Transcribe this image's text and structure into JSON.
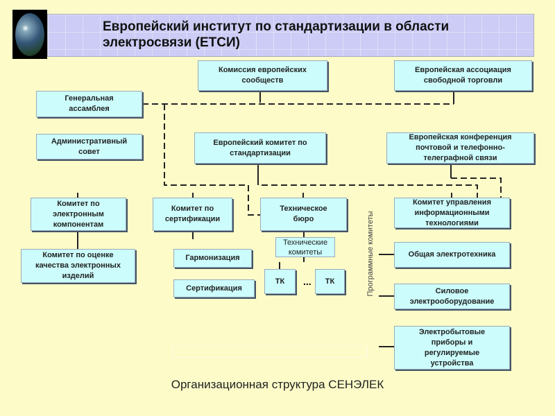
{
  "title": "Европейский институт по стандартизации в области электросвязи (ЕТСИ)",
  "boxes": {
    "commission": "Комиссия европейских\nсообществ",
    "efta": "Европейская ассоциация\nсвободной торговли",
    "general_assembly": "Генеральная\nассамблея",
    "admin_council": "Административный\nсовет",
    "cen": "Европейский комитет по\nстандартизации",
    "cept": "Европейская конференция\nпочтовой и телефонно-\nтелеграфной связи",
    "electronic_components": "Комитет по\nэлектронным\nкомпонентам",
    "certification_committee": "Комитет по\nсертификации",
    "technical_bureau": "Техническое\nбюро",
    "it_committee": "Комитет управления\nинформационными\nтехнологиями",
    "quality_assessment": "Комитет по оценке\nкачества электронных\nизделий",
    "harmonization": "Гармонизация",
    "certification": "Сертификация",
    "technical_committees": "Технические\nкомитеты",
    "tc1": "ТК",
    "tc2": "ТК",
    "general_electrotech": "Общая электротехника",
    "power_equipment": "Силовое\nэлектрооборудование",
    "household": "Электробытовые\nприборы и\nрегулируемые\nустройства"
  },
  "ellipsis": "...",
  "vertical_label": "Программные комитеты",
  "caption": "Организационная структура СЕНЭЛЕК"
}
